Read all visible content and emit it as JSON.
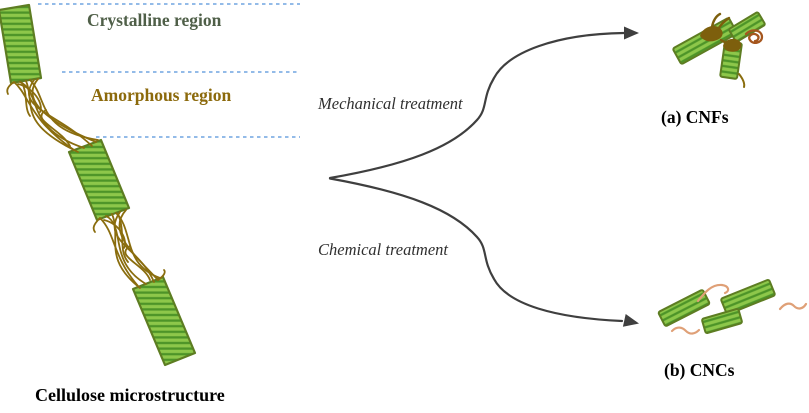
{
  "figure": {
    "caption": "Cellulose microstructure",
    "regions": {
      "crystalline_label": "Crystalline region",
      "amorphous_label": "Amorphous region"
    },
    "pathways": {
      "mechanical_label": "Mechanical treatment",
      "chemical_label": "Chemical treatment",
      "cnf_result_label": "(a) CNFs",
      "cnc_result_label": "(b) CNCs"
    },
    "colors": {
      "rod_fill": "#8dc74a",
      "rod_stripe": "#4d9428",
      "rod_border": "#5d7d22",
      "amorphous_fiber": "#8a6d0e",
      "blob": "#7d5f0d",
      "cnf_swirl": "#a5561e",
      "boundary_dash": "#93bbe8",
      "arrow": "#3f3f3f",
      "squiggle": "#dfa077",
      "crystalline_text": "#4f5f48",
      "amorphous_text": "#8c6a0c",
      "treatment_text": "#2f2f2f"
    }
  }
}
